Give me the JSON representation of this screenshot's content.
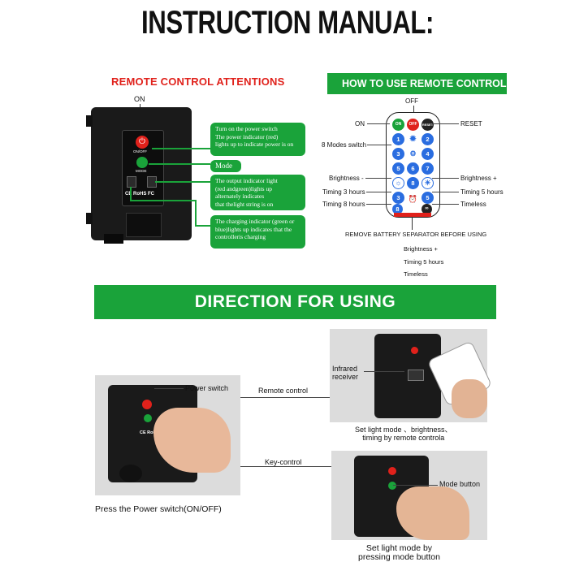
{
  "title": "INSTRUCTION MANUAL:",
  "remote_attentions": {
    "heading": "REMOTE CONTROL ATTENTIONS",
    "on_label": "ON",
    "onoff_text": "ON/OFF",
    "mode_text": "MODE",
    "cert_text": "CE RoHS FC",
    "bubbles": [
      "Turn on the power switch\nThe power indicator (red)\nlights up to indicate power is on",
      "Mode",
      "The output indicator light\n(red andgreen)lights up\nalternately indicates\nthat thelight string is on",
      "The charging indicator (green or\nblue)lights up indicates that the\ncontrolleris charging"
    ]
  },
  "how_to_use": {
    "heading": "HOW TO USE REMOTE CONTROL",
    "off_label": "OFF",
    "on_label": "ON",
    "reset_label": "RESET",
    "modes_label": "8 Modes switch",
    "brightness_minus": "Brightness -",
    "brightness_plus": "Brightness +",
    "timing3": "Timing 3 hours",
    "timing5": "Timing 5 hours",
    "timing8": "Timing 8 hours",
    "timeless": "Timeless",
    "separator_note": "REMOVE BATTERY SEPARATOR BEFORE USING",
    "extra_lines": [
      "Brightness +",
      "Timing 5 hours",
      "Timeless"
    ],
    "buttons": {
      "on": "ON",
      "off": "OFF",
      "reset": "RESET",
      "digits": [
        "1",
        "2",
        "3",
        "4",
        "5",
        "6",
        "7",
        "8",
        "3",
        "5",
        "8"
      ]
    }
  },
  "direction": {
    "heading": "DIRECTION FOR USING",
    "power_switch": "Power switch",
    "remote_control": "Remote control",
    "key_control": "Key-control",
    "infrared_receiver": "Infrared\nreceiver",
    "mode_button": "Mode button",
    "caption_left": "Press the Power switch(ON/OFF)",
    "caption_remote": "Set light mode 、brightness、\ntiming by remote controla",
    "caption_key": "Set light mode by\npressing mode button"
  },
  "colors": {
    "green": "#1aa33a",
    "red": "#e0211b",
    "blue": "#2a6de0"
  }
}
